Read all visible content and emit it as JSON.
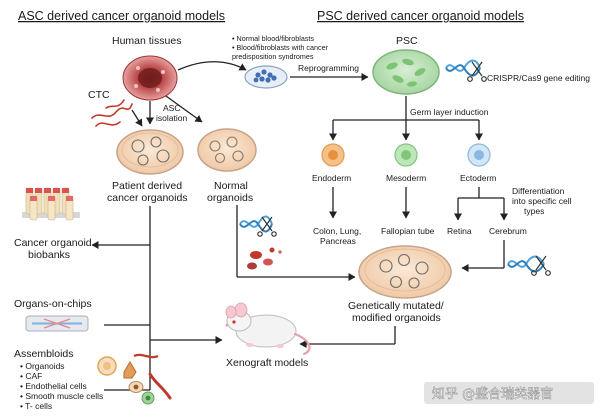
{
  "titles": {
    "asc": "ASC derived cancer organoid models",
    "psc": "PSC derived cancer organoid models"
  },
  "nodes": {
    "human_tissues": "Human tissues",
    "ctc": "CTC",
    "asc_isolation": [
      "ASC",
      "isolation"
    ],
    "blood_notes": [
      "• Normal blood/fibroblasts",
      "• Blood/fibroblasts with cancer",
      "  predisposition syndromes"
    ],
    "reprogramming": "Reprogramming",
    "psc": "PSC",
    "crispr": "CRISPR/Cas9 gene editing",
    "germ_layer": "Germ layer induction",
    "endoderm": "Endoderm",
    "mesoderm": "Mesoderm",
    "ectoderm": "Ectoderm",
    "differentiation": [
      "Differentiation",
      "into specific cell",
      "types"
    ],
    "endo_out": [
      "Colon, Lung,",
      "Pancreas"
    ],
    "fallopian": "Fallopian tube",
    "retina": "Retina",
    "cerebrum": "Cerebrum",
    "patient_derived": [
      "Patient derived",
      "cancer organoids"
    ],
    "normal_organoids": [
      "Normal",
      "organoids"
    ],
    "biobanks": [
      "Cancer organoid",
      "biobanks"
    ],
    "genetic": [
      "Genetically mutated/",
      "modified organoids"
    ],
    "organs_on_chips": "Organs-on-chips",
    "assembloids": "Assembloids",
    "assembloid_items": [
      "• Organoids",
      "• CAF",
      "• Endothelial cells",
      "• Smooth muscle cells",
      "• T- cells"
    ],
    "xenograft": "Xenograft models"
  },
  "watermark": "知乎 @盛合瑞类器官",
  "colors": {
    "dish_fill": "#f6dcc3",
    "dish_rim": "#c9a488",
    "tissue": "#c0504d",
    "psc_green": "#9fd39a",
    "cell_blue": "#3f6fb5",
    "endoderm": "#f2a35a",
    "mesoderm": "#8fd18a",
    "ectoderm": "#9cc3ea",
    "tube_red": "#d9534f",
    "tube_cream": "#f2dfb8",
    "dna_blue": "#4da3dc"
  }
}
